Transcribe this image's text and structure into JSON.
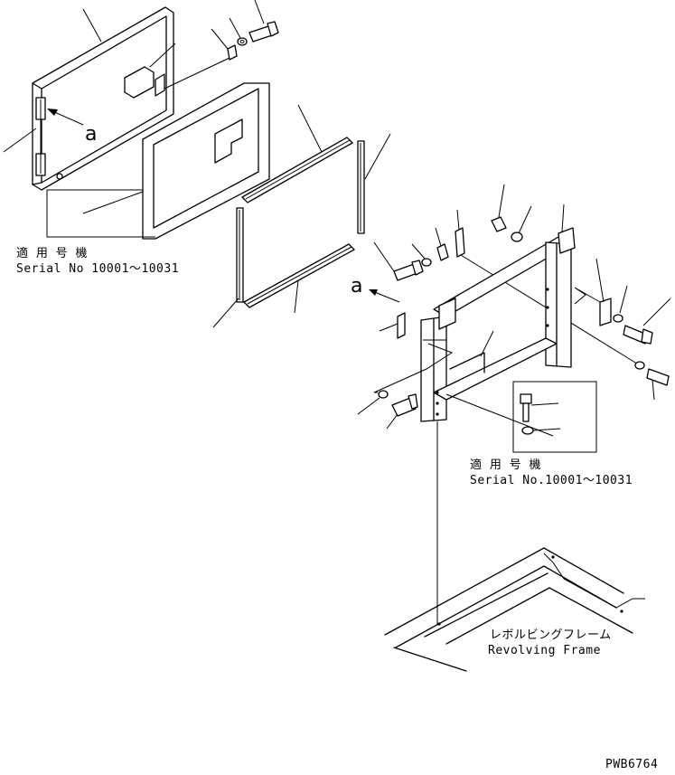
{
  "callouts": {
    "a_top": "a",
    "a_mid": "a"
  },
  "applicability_top": {
    "jp": "適 用 号 機",
    "serial": "Serial No 10001～10031"
  },
  "applicability_mid": {
    "jp": "適 用 号 機",
    "serial": "Serial No.10001～10031"
  },
  "revolving_frame": {
    "jp": "レボルビングフレーム",
    "en": "Revolving Frame"
  },
  "drawing_number": "PWB6764"
}
